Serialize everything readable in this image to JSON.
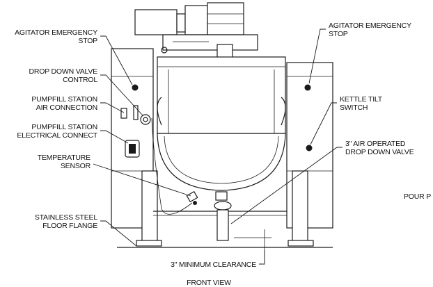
{
  "labels": {
    "agitator_stop_left": [
      "AGITATOR EMERGENCY",
      "STOP"
    ],
    "agitator_stop_right": [
      "AGITATOR EMERGENCY",
      "STOP"
    ],
    "drop_down_valve_control": [
      "DROP DOWN VALVE",
      "CONTROL"
    ],
    "pumpfill_air": [
      "PUMPFILL STATION",
      "AIR CONNECTION"
    ],
    "pumpfill_electrical": [
      "PUMPFILL STATION",
      "ELECTRICAL CONNECT"
    ],
    "temperature_sensor": [
      "TEMPERATURE",
      "SENSOR"
    ],
    "kettle_tilt_switch": [
      "KETTLE TILT",
      "SWITCH"
    ],
    "air_drop_down_valve": [
      "3\" AIR OPERATED",
      "DROP DOWN VALVE"
    ],
    "floor_flange": [
      "STAINLESS STEEL",
      "FLOOR FLANGE"
    ],
    "pour": "POUR P",
    "min_clearance": "3\" MINIMUM CLEARANCE",
    "view_title": "FRONT VIEW"
  }
}
